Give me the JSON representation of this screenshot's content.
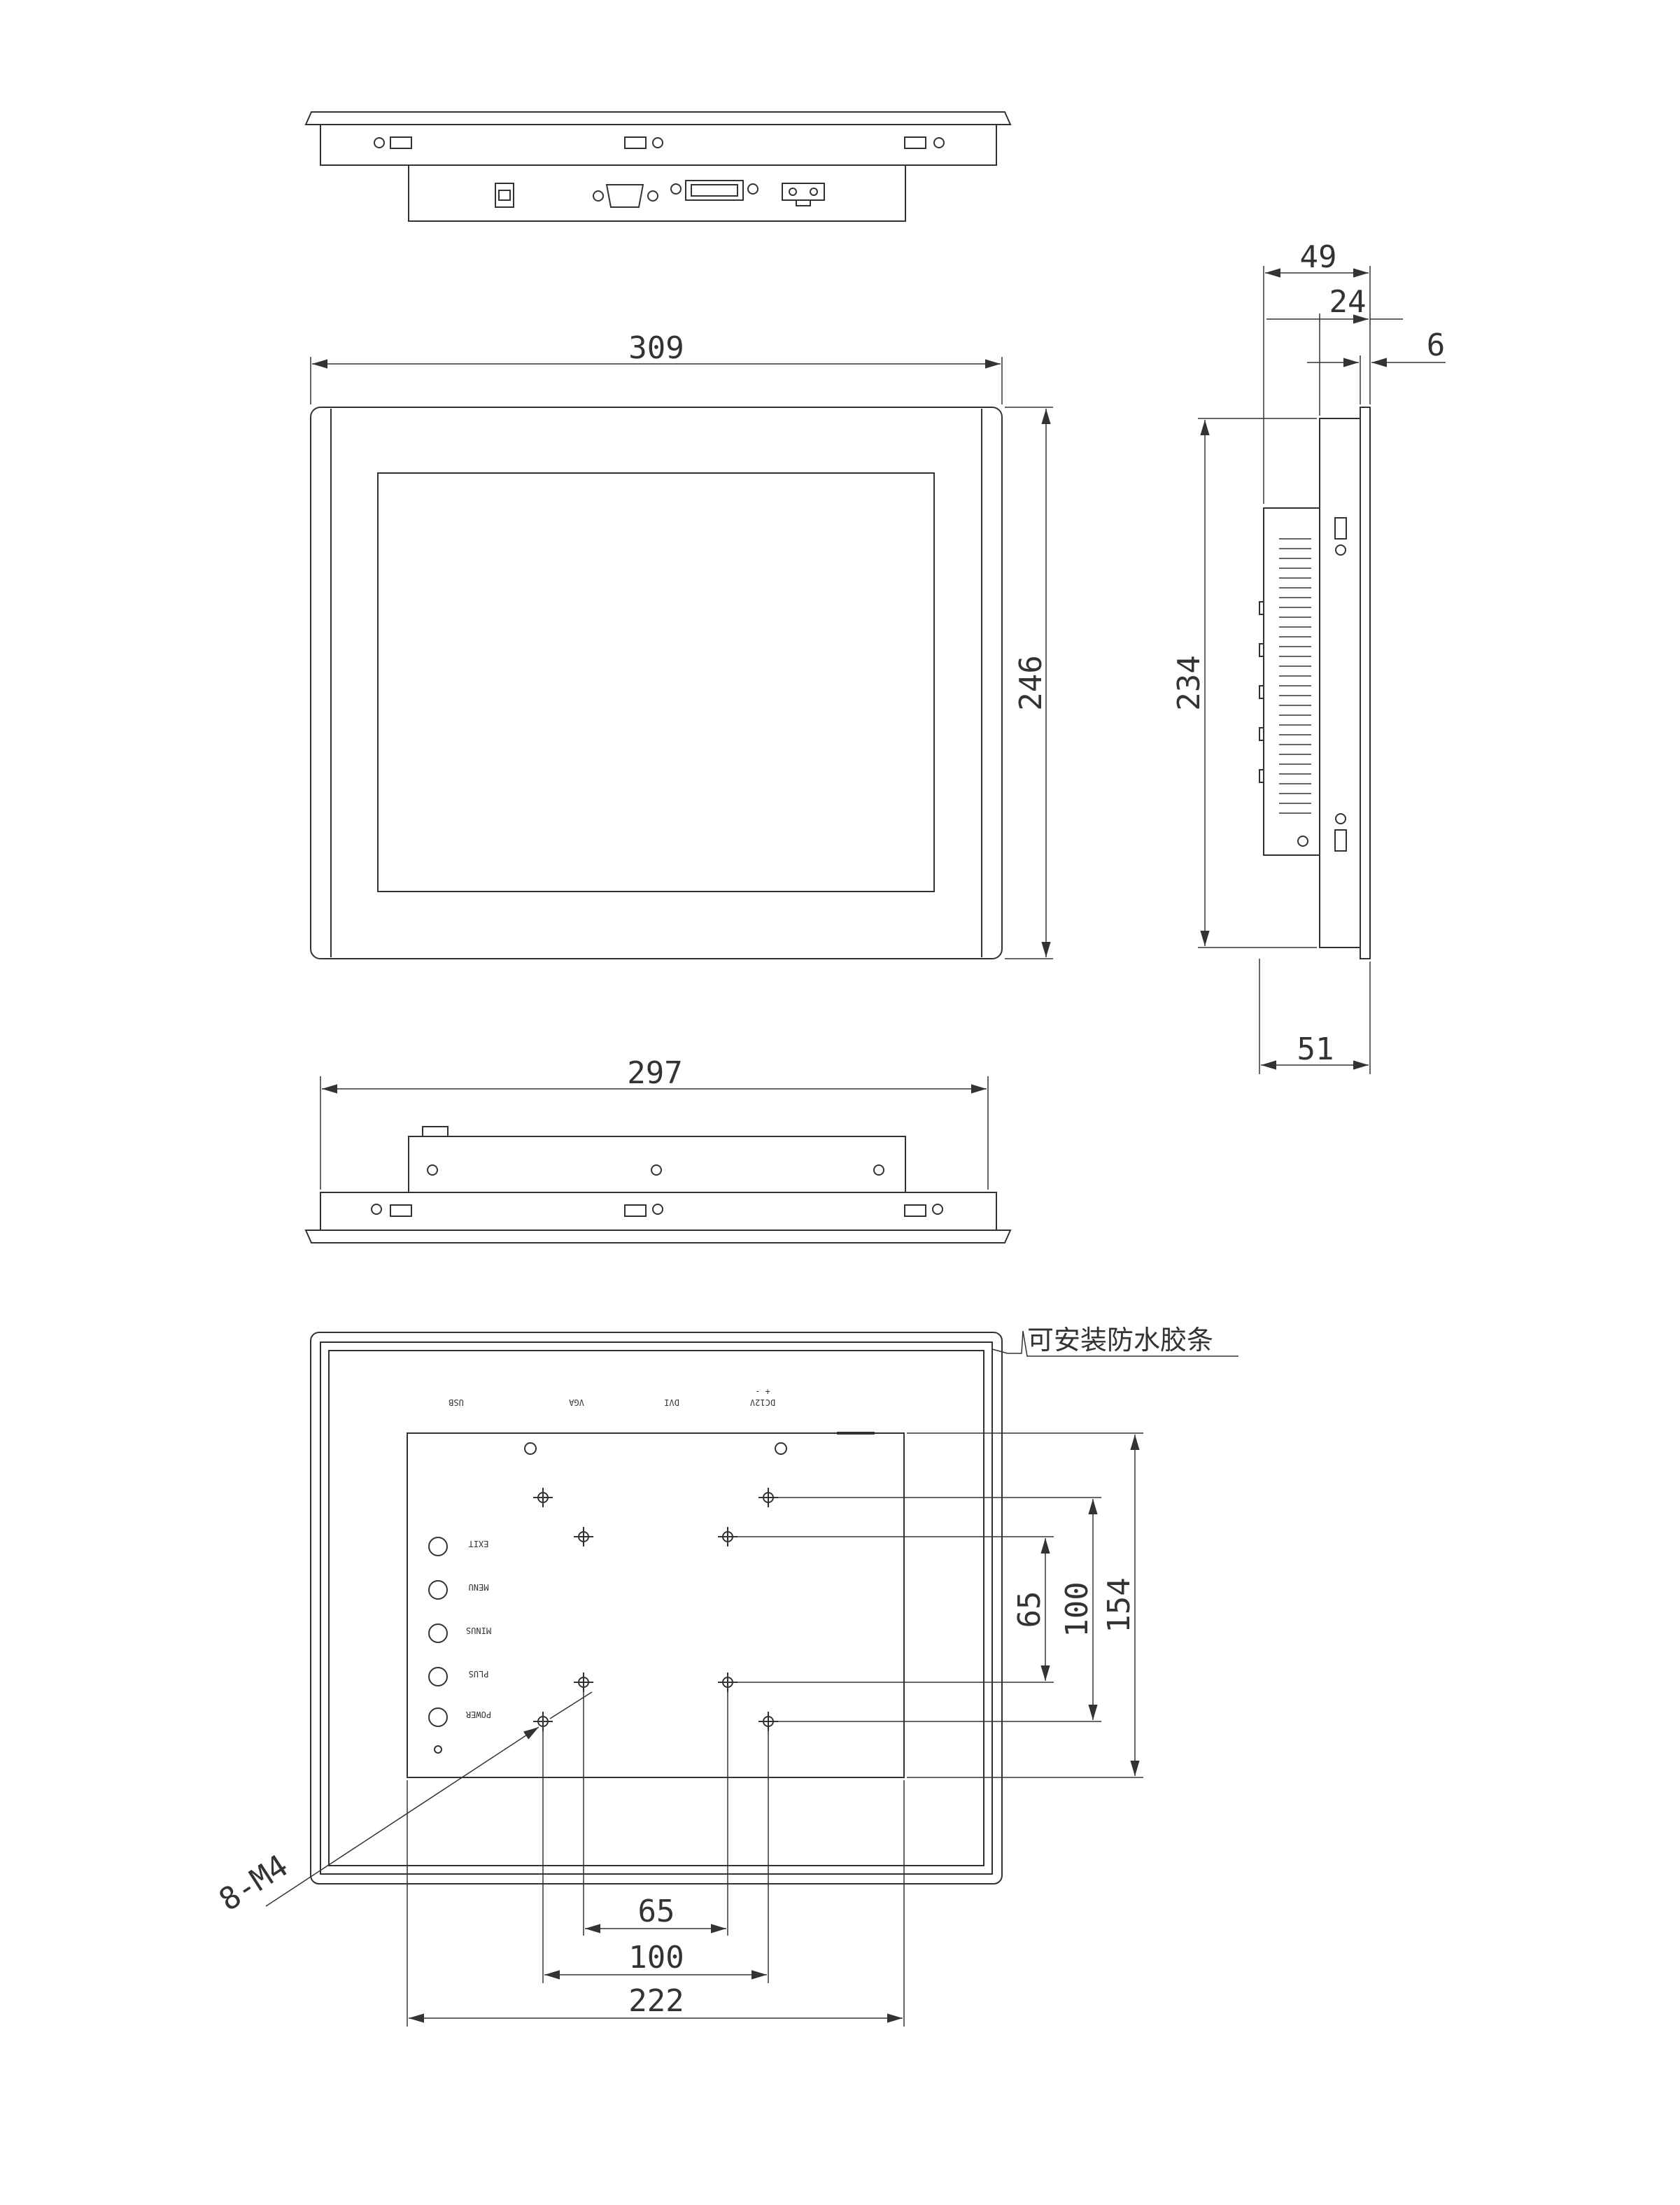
{
  "drawing": {
    "line_color": "#333333",
    "background": "#ffffff",
    "front_view": {
      "width_dim": "309",
      "height_dim": "246"
    },
    "side_view": {
      "depth_dim": "49",
      "mid_dim": "24",
      "bezel_dim": "6",
      "height_dim": "234",
      "bottom_depth_dim": "51"
    },
    "bottom_view": {
      "width_dim": "297"
    },
    "rear_view": {
      "note": "可安装防水胶条",
      "port_labels": [
        "USB",
        "VGA",
        "DVI",
        "DC12V"
      ],
      "dc_symbols": "+ -",
      "button_labels": [
        "EXIT",
        "MENU",
        "MINUS",
        "PLUS",
        "POWER"
      ],
      "screw_callout": "8-M4",
      "vesa_h": [
        "65",
        "100"
      ],
      "vesa_v": [
        "65",
        "100"
      ],
      "cutout_width": "222",
      "cutout_height": "154"
    }
  }
}
